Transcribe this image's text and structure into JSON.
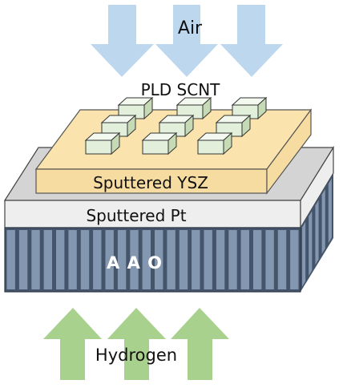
{
  "labels": {
    "air": "Air",
    "pld_scnt": "PLD SCNT",
    "ysz": "Sputtered YSZ",
    "pt": "Sputtered Pt",
    "aao": "A A O",
    "hydrogen": "Hydrogen"
  },
  "colors": {
    "air_arrow": "#bdd7ee",
    "hydrogen_arrow": "#a9d18e",
    "ysz_top": "#fbe3ad",
    "ysz_front": "#f6dca0",
    "pt_front": "#eeeeee",
    "pt_top": "#d4d4d4",
    "aao_base": "#44546a",
    "aao_light": "#8497b0",
    "scnt_face": "#e2efda"
  }
}
